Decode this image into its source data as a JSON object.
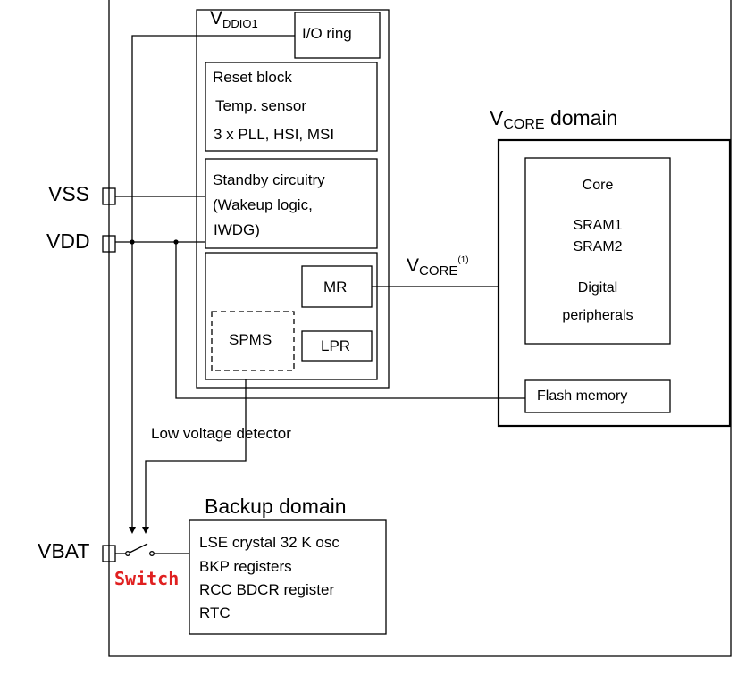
{
  "vddio": {
    "letter": "V",
    "sub": "DDIO1"
  },
  "io_ring": "I/O ring",
  "reset_block": [
    "Reset block",
    "Temp. sensor",
    "3 x PLL, HSI, MSI"
  ],
  "standby": [
    "Standby circuitry",
    "(Wakeup logic,",
    "IWDG)"
  ],
  "mr": "MR",
  "lpr": "LPR",
  "spms": "SPMS",
  "vcore_label": {
    "letter": "V",
    "sub": "CORE",
    "sup": "(1)"
  },
  "vcore_domain": {
    "letter": "V",
    "sub": "CORE",
    "rest": " domain"
  },
  "core_box": {
    "core": "Core",
    "sram1": "SRAM1",
    "sram2": "SRAM2",
    "digital": "Digital",
    "peripherals": "peripherals"
  },
  "flash": "Flash memory",
  "pins": {
    "vss": "VSS",
    "vdd": "VDD",
    "vbat": "VBAT"
  },
  "lvd": "Low voltage detector",
  "backup": {
    "title": "Backup domain",
    "items": [
      "LSE crystal 32 K osc",
      "BKP registers",
      "RCC BDCR register",
      "RTC"
    ]
  },
  "switch_label": "Switch",
  "colors": {
    "switch_label": "#e02020",
    "line": "#000000"
  }
}
